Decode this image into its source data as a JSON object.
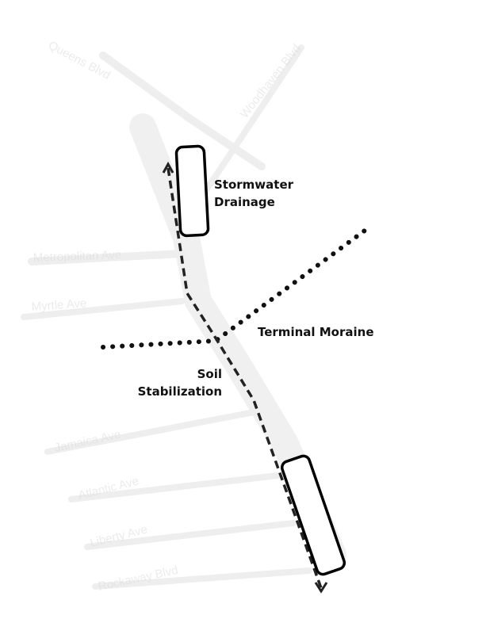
{
  "labels": {
    "stormwater_line1": "Stormwater",
    "stormwater_line2": "Drainage",
    "terminal_moraine": "Terminal Moraine",
    "soil_line1": "Soil",
    "soil_line2": "Stabilization"
  },
  "streets": {
    "top_left": "Queens Blvd",
    "top_right": "Woodhaven Blvd",
    "metropolitan": "Metropolitan Ave",
    "myrtle": "Myrtle Ave",
    "jamaica": "Jamaica Ave",
    "atlantic": "Atlantic Ave",
    "liberty": "Liberty Ave",
    "rockaway": "Rockaway Blvd"
  },
  "colors": {
    "ink": "#111111",
    "background": "#ffffff",
    "faded_streets": "#e6e6e6"
  }
}
